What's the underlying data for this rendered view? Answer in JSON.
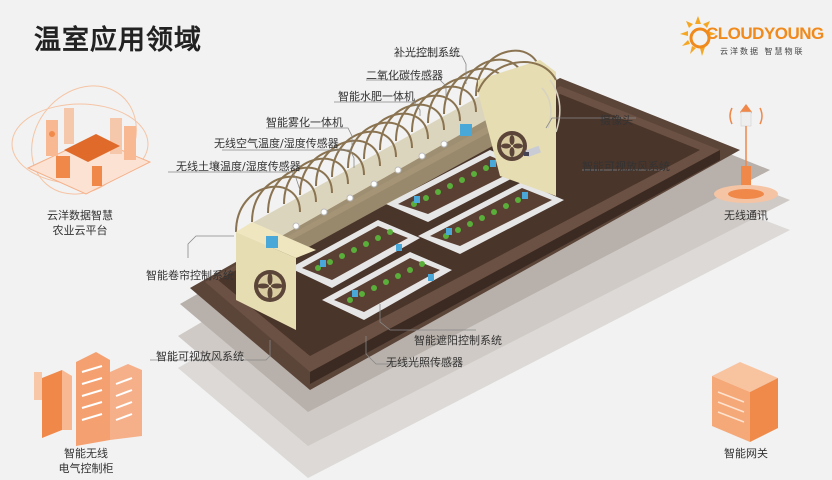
{
  "page": {
    "title": "温室应用领域"
  },
  "logo": {
    "brand": "CLOUDYOUNG",
    "tagline": "云洋数据 智慧物联",
    "brand_color": "#f08a1c"
  },
  "callouts": [
    {
      "id": "supplementary-light",
      "label": "补光控制系统"
    },
    {
      "id": "co2-sensor",
      "label": "二氧化碳传感器"
    },
    {
      "id": "water-fertilizer",
      "label": "智能水肥一体机"
    },
    {
      "id": "atomizer",
      "label": "智能雾化一体机"
    },
    {
      "id": "air-temp-humidity",
      "label": "无线空气温度/湿度传感器"
    },
    {
      "id": "soil-temp-humidity",
      "label": "无线土壤温度/湿度传感器"
    },
    {
      "id": "camera",
      "label": "摄像头"
    },
    {
      "id": "ventilation-right",
      "label": "智能可视放风系统"
    },
    {
      "id": "curtain-control",
      "label": "智能卷帘控制系统"
    },
    {
      "id": "ventilation-left",
      "label": "智能可视放风系统"
    },
    {
      "id": "shading-control",
      "label": "智能遮阳控制系统"
    },
    {
      "id": "light-sensor",
      "label": "无线光照传感器"
    }
  ],
  "side_items": {
    "cloud_platform": {
      "line1": "云洋数据智慧",
      "line2": "农业云平台"
    },
    "control_cabinet": {
      "line1": "智能无线",
      "line2": "电气控制柜"
    },
    "wireless": {
      "line1": "无线通讯"
    },
    "gateway": {
      "line1": "智能网关"
    }
  },
  "colors": {
    "accent_orange": "#f0884a",
    "soil_dark": "#4a352b",
    "wall_cream": "#e6ddb2",
    "arch_brown": "#8a7350",
    "sensor_blue": "#4aa8d8",
    "plant_green": "#5aae3a"
  }
}
